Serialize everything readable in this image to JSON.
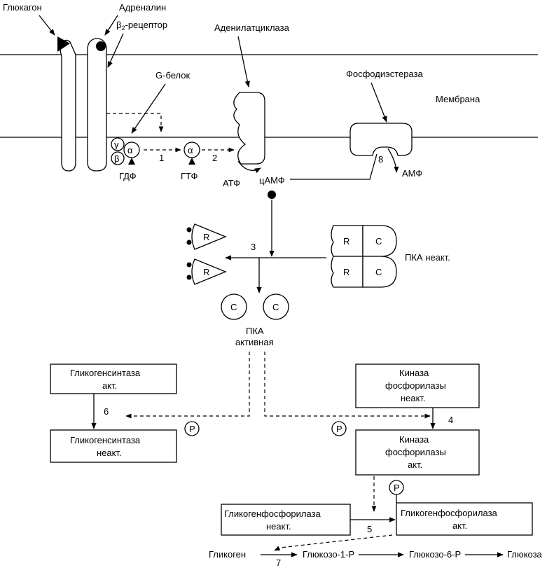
{
  "labels": {
    "glucagon": "Глюкагон",
    "adrenaline": "Адреналин",
    "beta2_prefix": "β",
    "beta2_sub": "2",
    "beta2_suffix": "-рецептор",
    "g_protein": "G-белок",
    "adenylate_cyclase": "Аденилатциклаза",
    "phosphodiesterase": "Фосфодиэстераза",
    "membrane": "Мембрана",
    "gamma": "γ",
    "alpha": "α",
    "beta": "β",
    "gdp": "ГДФ",
    "gtp": "ГТФ",
    "atp": "АТФ",
    "camp": "цАМФ",
    "amp": "АМФ",
    "r": "R",
    "c": "C",
    "p": "P",
    "pka_inactive": "ПКА неакт.",
    "pka_active_line1": "ПКА",
    "pka_active_line2": "активная",
    "glycogen": "Гликоген",
    "g1p": "Глюкозо-1-Р",
    "g6p": "Глюкозо-6-Р",
    "glucose": "Глюкоза"
  },
  "steps": [
    "1",
    "2",
    "3",
    "4",
    "5",
    "6",
    "7",
    "8"
  ],
  "boxes": {
    "gs_active": [
      "Гликогенсинтаза",
      "акт."
    ],
    "gs_inactive": [
      "Гликогенсинтаза",
      "неакт."
    ],
    "pk_inactive": [
      "Киназа",
      "фосфорилазы",
      "неакт."
    ],
    "pk_active": [
      "Киназа",
      "фосфорилазы",
      "акт."
    ],
    "gp_inactive": [
      "Гликогенфосфорилаза",
      "неакт."
    ],
    "gp_active": [
      "Гликогенфосфорилаза",
      "акт."
    ]
  }
}
